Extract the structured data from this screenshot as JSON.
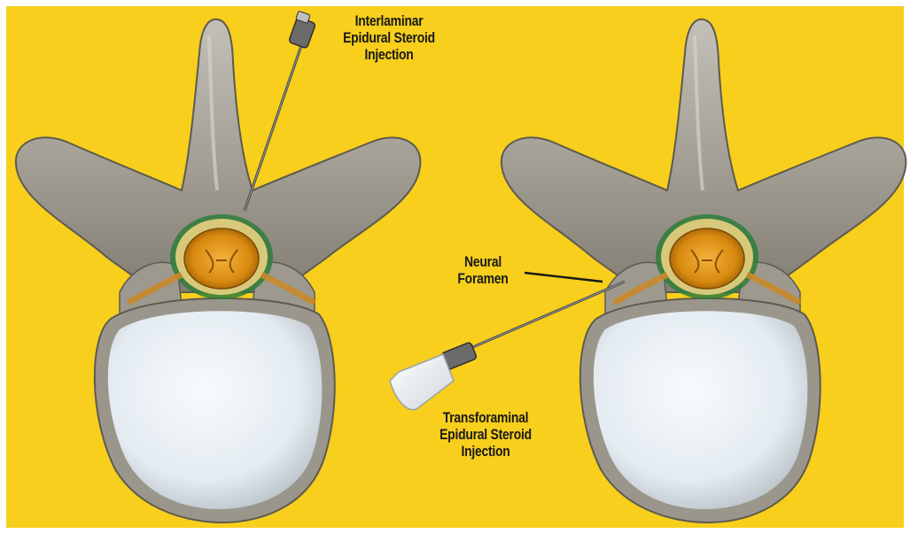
{
  "colors": {
    "background": "#f7cf1c",
    "border": "#ffffff",
    "bone": "#a9a59c",
    "bone_dark": "#6e6a60",
    "vertebral_body": "#e6eef4",
    "spinal_cord": "#e39a17",
    "needle": "#4a4a4a",
    "text": "#1a1a1a"
  },
  "labels": {
    "interlaminar": {
      "lines": [
        "Interlaminar",
        "Epidural Steroid",
        "Injection"
      ]
    },
    "neural_foramen": {
      "lines": [
        "Neural",
        "Foramen"
      ]
    },
    "transforaminal": {
      "lines": [
        "Transforaminal",
        "Epidural Steroid",
        "Injection"
      ]
    }
  },
  "icons": {
    "left_vertebra": "vertebra-axial-view",
    "right_vertebra": "vertebra-axial-view",
    "interlaminar_needle": "syringe-needle",
    "transforaminal_needle": "syringe-needle"
  }
}
